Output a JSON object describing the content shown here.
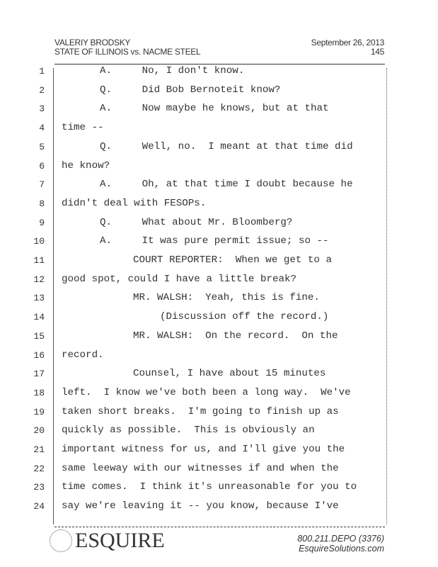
{
  "header": {
    "witness": "VALERIY BRODSKY",
    "case": "STATE OF ILLINOIS vs. NACME STEEL",
    "date": "September 26, 2013",
    "page": "145"
  },
  "lines": [
    {
      "n": "1",
      "indent": "a",
      "text": "A.     No, I don't know."
    },
    {
      "n": "2",
      "indent": "a",
      "text": "Q.     Did Bob Bernoteit know?"
    },
    {
      "n": "3",
      "indent": "a",
      "text": "A.     Now maybe he knows, but at that"
    },
    {
      "n": "4",
      "indent": "c",
      "text": "time --"
    },
    {
      "n": "5",
      "indent": "a",
      "text": "Q.     Well, no.  I meant at that time did"
    },
    {
      "n": "6",
      "indent": "c",
      "text": "he know?"
    },
    {
      "n": "7",
      "indent": "a",
      "text": "A.     Oh, at that time I doubt because he"
    },
    {
      "n": "8",
      "indent": "c",
      "text": "didn't deal with FESOPs."
    },
    {
      "n": "9",
      "indent": "a",
      "text": "Q.     What about Mr. Bloomberg?"
    },
    {
      "n": "10",
      "indent": "a",
      "text": "A.     It was pure permit issue; so --"
    },
    {
      "n": "11",
      "indent": "s",
      "text": "COURT REPORTER:  When we get to a"
    },
    {
      "n": "12",
      "indent": "c",
      "text": "good spot, could I have a little break?"
    },
    {
      "n": "13",
      "indent": "s",
      "text": "MR. WALSH:  Yeah, this is fine."
    },
    {
      "n": "14",
      "indent": "p",
      "text": "(Discussion off the record.)"
    },
    {
      "n": "15",
      "indent": "s",
      "text": "MR. WALSH:  On the record.  On the"
    },
    {
      "n": "16",
      "indent": "c",
      "text": "record."
    },
    {
      "n": "17",
      "indent": "s",
      "text": "Counsel, I have about 15 minutes"
    },
    {
      "n": "18",
      "indent": "c",
      "text": "left.  I know we've both been a long way.  We've"
    },
    {
      "n": "19",
      "indent": "c",
      "text": "taken short breaks.  I'm going to finish up as"
    },
    {
      "n": "20",
      "indent": "c",
      "text": "quickly as possible.  This is obviously an"
    },
    {
      "n": "21",
      "indent": "c",
      "text": "important witness for us, and I'll give you the"
    },
    {
      "n": "22",
      "indent": "c",
      "text": "same leeway with our witnesses if and when the"
    },
    {
      "n": "23",
      "indent": "c",
      "text": "time comes.  I think it's unreasonable for you to"
    },
    {
      "n": "24",
      "indent": "c",
      "text": "say we're leaving it -- you know, because I've"
    }
  ],
  "footer": {
    "logo": "ESQUIRE",
    "phone": "800.211.DEPO (3376)",
    "website": "EsquireSolutions.com"
  }
}
